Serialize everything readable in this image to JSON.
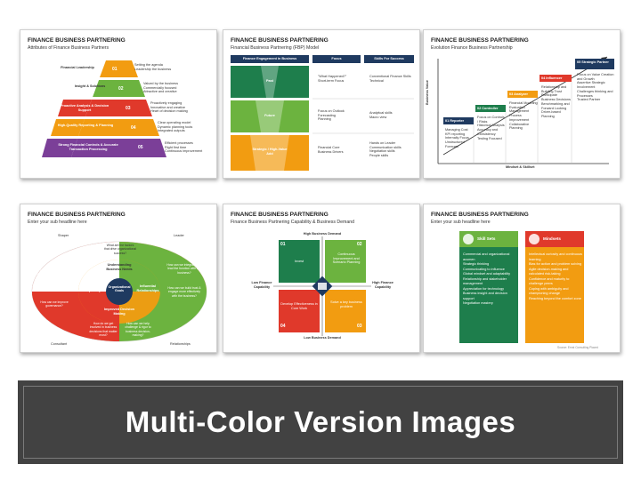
{
  "slide_title": "FINANCE BUSINESS PARTNERING",
  "banner": "Multi-Color Version Images",
  "colors": {
    "red": "#e0392b",
    "orange": "#f29c11",
    "green": "#6cb33f",
    "dark_green": "#1e7e4c",
    "purple": "#7b3f98",
    "navy": "#1f3a60",
    "banner_bg": "#424242"
  },
  "thumb1": {
    "subtitle": "Attributes of Finance Business Partners",
    "levels": [
      {
        "num": "01",
        "label": "Financial Leadership",
        "bullets": [
          "Setting the agenda",
          "Leadership the business"
        ]
      },
      {
        "num": "02",
        "label": "Insight & Solutions",
        "bullets": [
          "Valued by the business",
          "Commercially focused",
          "Attractive and creative"
        ]
      },
      {
        "num": "03",
        "label": "Proactive Analysis & Decision Support",
        "bullets": [
          "Proactively engaging",
          "Innovative and creative",
          "Heart of decision making"
        ]
      },
      {
        "num": "04",
        "label": "High-Quality Reporting & Planning",
        "bullets": [
          "Clear operating model",
          "Dynamic planning tools",
          "Integrated outputs"
        ]
      },
      {
        "num": "05",
        "label": "Strong Financial Controls & Accurate Transaction Processing",
        "bullets": [
          "Efficient processes",
          "Right first time",
          "Continuous improvement"
        ]
      }
    ]
  },
  "thumb2": {
    "subtitle": "Financial Business Partnering (FBP) Model",
    "headers": [
      "Finance Engagement in Business",
      "Focus",
      "Skills For Success"
    ],
    "rows": [
      {
        "label": "Past",
        "focus": [
          "\"What Happened?\"",
          "Short-term Focus"
        ],
        "skills": [
          "Conventional Finance Skills",
          "Technical"
        ]
      },
      {
        "label": "Future",
        "focus": [
          "Focus on Outlook",
          "Forecasting",
          "Planning"
        ],
        "skills": [
          "Analytical skills",
          "Macro view"
        ]
      },
      {
        "label": "Strategic / High-Value Add",
        "focus": [
          "Financial Core",
          "Business Drivers"
        ],
        "skills": [
          "Hands on Leader",
          "Communication skills",
          "Negotiation skills",
          "People skills"
        ]
      }
    ]
  },
  "thumb3": {
    "subtitle": "Evolution Finance Business Partnership",
    "y_axis": "Business Value",
    "x_axis": "Mindset & Skillset",
    "stages": [
      {
        "num": "01",
        "name": "Reporter",
        "bullets": [
          "Managing Cost",
          "KPI reporting",
          "Internally Focus",
          "Unstructured Forecast"
        ]
      },
      {
        "num": "02",
        "name": "Controller",
        "bullets": [
          "Focus on Controls / Risks",
          "Historical Analysis",
          "Accuracy and Consistency",
          "Testing Focused"
        ]
      },
      {
        "num": "03",
        "name": "Analyzer",
        "bullets": [
          "Financial Modeling",
          "Evaluation",
          "Management",
          "Process Improvement",
          "Collaborative Planning"
        ]
      },
      {
        "num": "04",
        "name": "Influencer",
        "bullets": [
          "Relationship and Building Trust",
          "Participate Business Decisions",
          "Benchmarking and Forward Looking",
          "Driver-based Planning"
        ]
      },
      {
        "num": "05",
        "name": "Strategic Partner",
        "bullets": [
          "Focus on Value Creation and Growth",
          "Assertive Strategic Involvement",
          "Challenges thinking and Processes",
          "Trusted Partner"
        ]
      }
    ]
  },
  "thumb4": {
    "subtitle": "Enter your sub headline here",
    "corners": [
      "Shaper",
      "Leader",
      "Consultant",
      "Relationships"
    ],
    "center": "Organizational Goals",
    "inner": [
      "Understanding Business Needs",
      "Enhancing Capability",
      "Influential Relationships",
      "Improved Decision Making"
    ],
    "questions": [
      "What are the factors that drive organizational success?",
      "How can we help our business to become more capable, build financial capability & competence?",
      "How can we improve governance?",
      "How can we integrate and lead the function with the business?",
      "How can we build trust & engage more effectively with the business?",
      "How do we get involved in business decisions that matter most?",
      "How can we help challenge & rigor to business decision-making?"
    ]
  },
  "thumb5": {
    "subtitle": "Finance Business Partnering Capability & Business Demand",
    "axis_top": "High Business Demand",
    "axis_bottom": "Low Business Demand",
    "axis_left": "Low Finance Capability",
    "axis_right": "High Finance Capability",
    "quadrants": [
      {
        "num": "01",
        "text": "Invest"
      },
      {
        "num": "02",
        "text": "Continuous Improvement and Scenario Planning"
      },
      {
        "num": "04",
        "text": "Develop Effectiveness in Core Work"
      },
      {
        "num": "03",
        "text": "Solve a key business problem"
      }
    ]
  },
  "thumb6": {
    "subtitle": "Enter your sub headline here",
    "cards": [
      {
        "title": "Skill Sets",
        "items": [
          "Commercial and organizational acumen",
          "Strategic thinking",
          "Communicating to influence",
          "Global mindset and adaptability",
          "Relationship and stakeholder management",
          "Appreciation for technology",
          "Business insight and decision support",
          "Negotiation mastery"
        ]
      },
      {
        "title": "Mindsets",
        "items": [
          "Intellectual curiosity and continuous learning",
          "Bias for action and problem solving",
          "Agile decision-making and calculated risk-taking",
          "Confidence and maturity to challenge peers",
          "Coping with ambiguity and championing change",
          "Reaching beyond the comfort zone"
        ]
      }
    ],
    "footer": "Source: Ernst Consulting Placed"
  }
}
